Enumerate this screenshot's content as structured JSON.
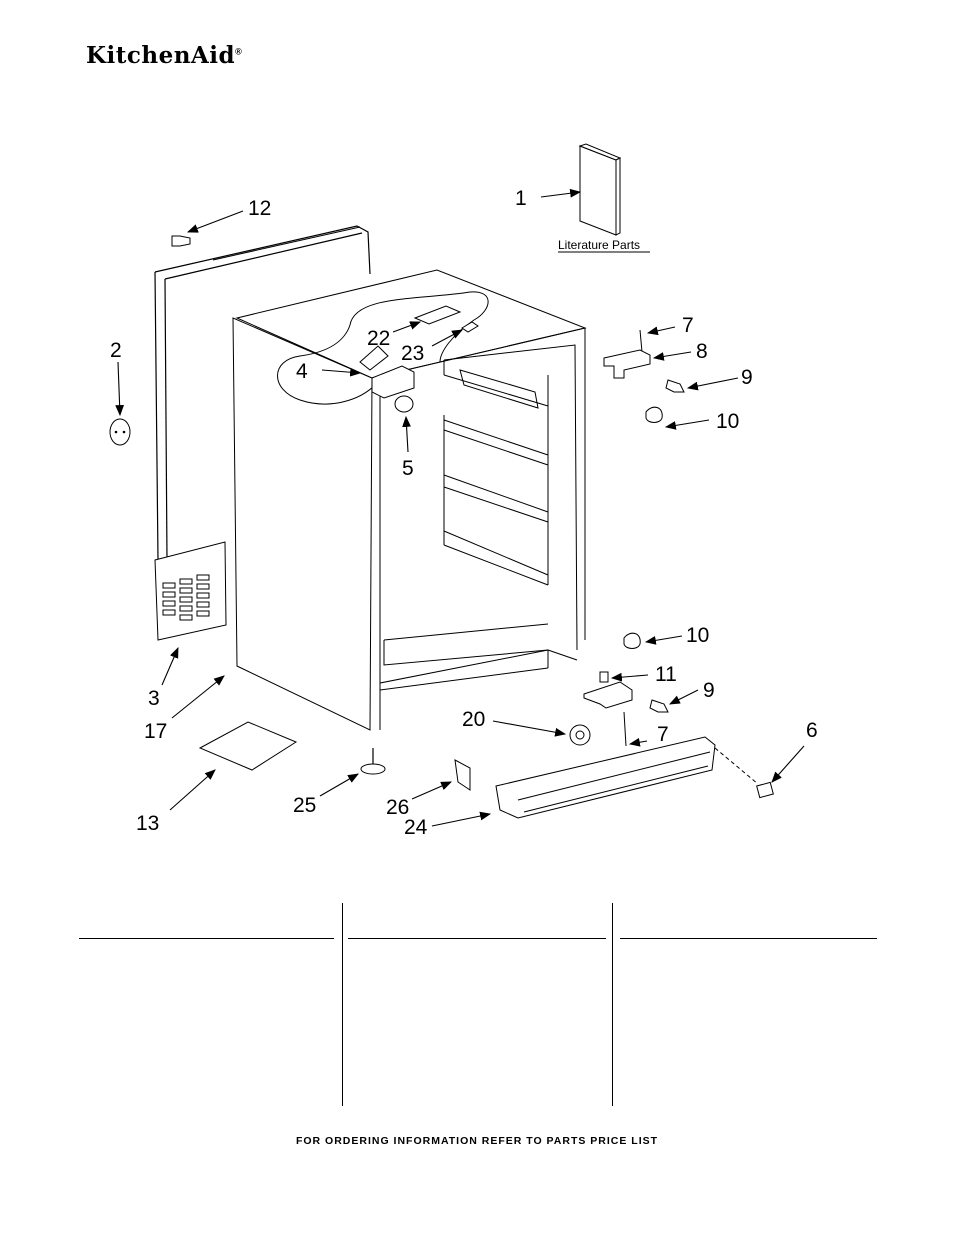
{
  "brand": {
    "name": "KitchenAid",
    "mark": "®"
  },
  "diagram": {
    "callouts": [
      "1",
      "2",
      "3",
      "4",
      "5",
      "6",
      "7",
      "7",
      "8",
      "9",
      "9",
      "10",
      "10",
      "11",
      "12",
      "13",
      "17",
      "20",
      "22",
      "23",
      "24",
      "25",
      "26"
    ],
    "literature_label": "Literature Parts"
  },
  "footer": {
    "text": "FOR ORDERING INFORMATION REFER TO PARTS PRICE LIST"
  }
}
